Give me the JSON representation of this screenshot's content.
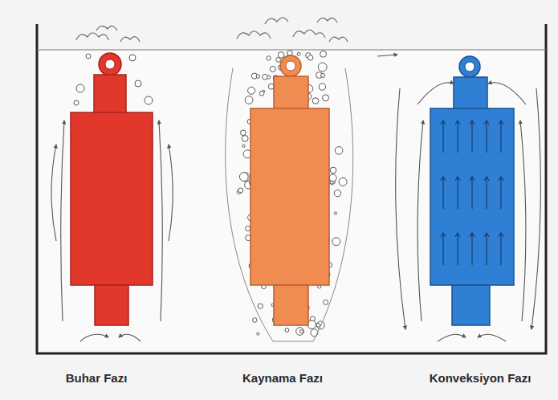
{
  "diagram": {
    "labels": [
      "Buhar Fazı",
      "Kaynama Fazı",
      "Konveksiyon Fazı"
    ]
  }
}
